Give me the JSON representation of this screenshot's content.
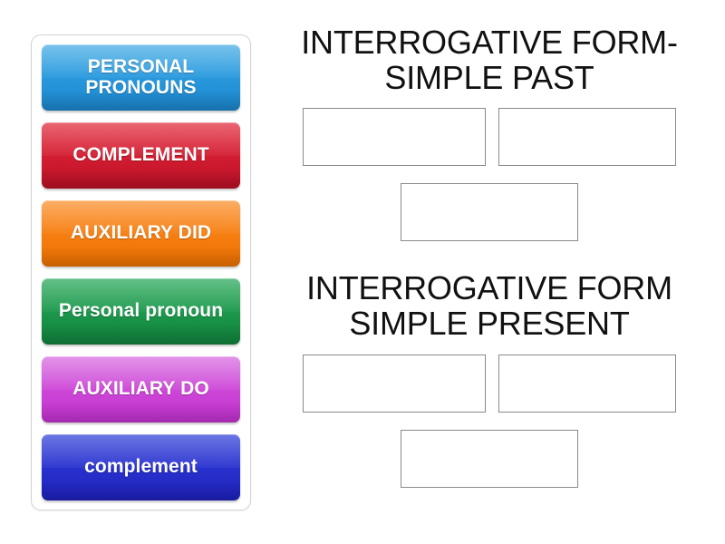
{
  "tile_panel": {
    "tiles": [
      {
        "label": "PERSONAL PRONOUNS",
        "color": "#2a9ade",
        "color_name": "blue"
      },
      {
        "label": "COMPLEMENT",
        "color": "#d51f33",
        "color_name": "red"
      },
      {
        "label": "AUXILIARY DID",
        "color": "#f77f12",
        "color_name": "orange"
      },
      {
        "label": "Personal pronoun",
        "color": "#1d9a4d",
        "color_name": "green"
      },
      {
        "label": "AUXILIARY DO",
        "color": "#ce4ad8",
        "color_name": "magenta"
      },
      {
        "label": "complement",
        "color": "#2a33cf",
        "color_name": "indigo"
      }
    ]
  },
  "answer_area": {
    "groups": [
      {
        "title": "INTERROGATIVE FORM- SIMPLE PAST",
        "slots": [
          {
            "value": ""
          },
          {
            "value": ""
          },
          {
            "value": ""
          }
        ]
      },
      {
        "title": "INTERROGATIVE FORM SIMPLE PRESENT",
        "slots": [
          {
            "value": ""
          },
          {
            "value": ""
          },
          {
            "value": ""
          }
        ]
      }
    ]
  }
}
